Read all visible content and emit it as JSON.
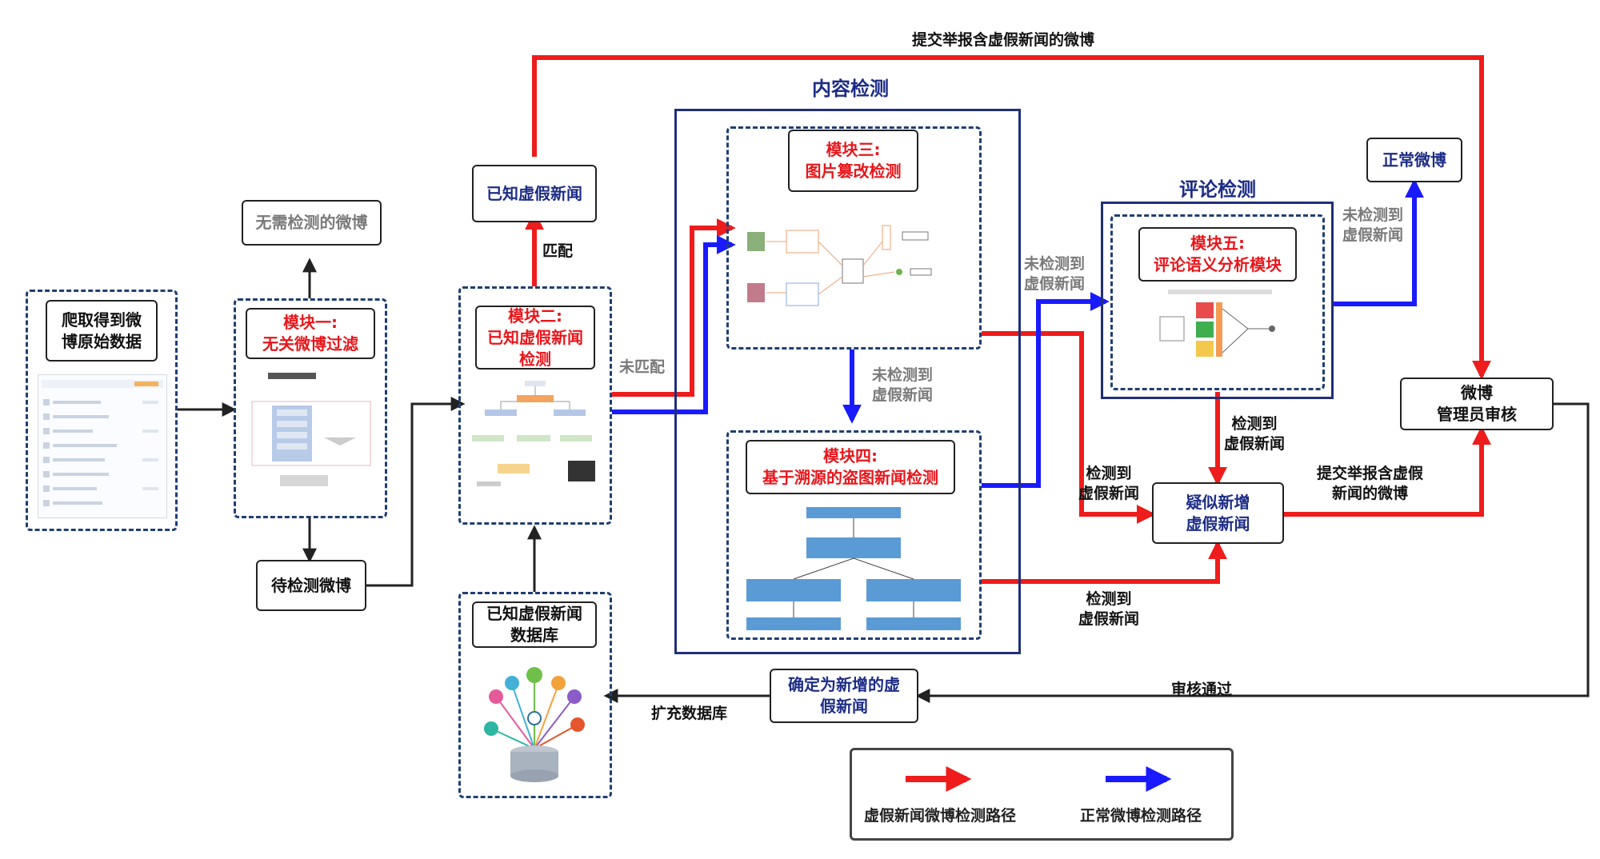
{
  "nodes": {
    "crawl_label": "爬取得到微博原始数据",
    "no_need": "无需检测的微博",
    "module1": "模块一:\n无关微博过滤",
    "to_detect": "待检测微博",
    "known_fake": "已知虚假新闻",
    "module2": "模块二:\n已知虚假新闻\n检测",
    "known_db": "已知虚假新闻\n数据库",
    "module3": "模块三:\n图片篡改检测",
    "module4": "模块四:\n基于溯源的盗图新闻检测",
    "module5": "模块五:\n评论语义分析模块",
    "normal_weibo": "正常微博",
    "suspect": "疑似新增\n虚假新闻",
    "confirm_new": "确定为新增的虚\n假新闻",
    "admin_review": "微博\n管理员审核"
  },
  "groups": {
    "content_detection": "内容检测",
    "comment_detection": "评论检测"
  },
  "edge_labels": {
    "submit_report_top": "提交举报含虚假新闻的微博",
    "match": "匹配",
    "no_match": "未匹配",
    "undetected_fake_1": "未检测到\n虚假新闻",
    "undetected_fake_2": "未检测到\n虚假新闻",
    "undetected_fake_3": "未检测到\n虚假新闻",
    "detected_fake_1": "检测到\n虚假新闻",
    "detected_fake_2": "检测到\n虚假新闻",
    "detected_fake_3": "检测到\n虚假新闻",
    "submit_report_right": "提交举报含虚假\n新闻的微博",
    "review_passed": "审核通过",
    "expand_db": "扩充数据库"
  },
  "legend": {
    "fake_path": "虚假新闻微博检测路径",
    "normal_path": "正常微博检测路径"
  },
  "colors": {
    "red": "#ee1c1c",
    "blue": "#1a1aff",
    "black": "#222222",
    "navy": "#1f2f7a"
  }
}
